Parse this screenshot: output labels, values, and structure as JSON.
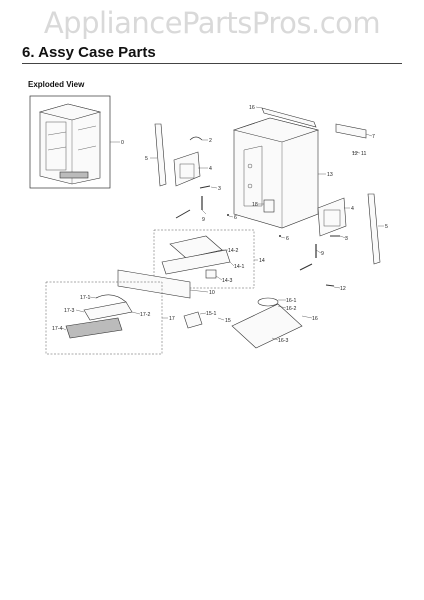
{
  "watermark": "AppliancePartsPros.com",
  "section_title": "6.  Assy Case Parts",
  "subtitle": "Exploded View",
  "callouts": {
    "c0": "0",
    "c2": "2",
    "c3a": "3",
    "c3b": "3",
    "c4a": "4",
    "c4b": "4",
    "c5a": "5",
    "c5b": "5",
    "c6a": "6",
    "c6b": "6",
    "c7": "7",
    "c9a": "9",
    "c9b": "9",
    "c10": "10",
    "c11": "11",
    "c12a": "12",
    "c12b": "12",
    "c13": "13",
    "c14": "14",
    "c14_1": "14-1",
    "c14_2": "14-2",
    "c14_3": "14-3",
    "c15": "15",
    "c15_1": "15-1",
    "c16": "16",
    "c16_1": "16-1",
    "c16_2": "16-2",
    "c16_3": "16-3",
    "c16top": "16",
    "c17": "17",
    "c17_1": "17-1",
    "c17_2": "17-2",
    "c17_3": "17-3",
    "c17_4": "17-4",
    "c18": "18"
  }
}
